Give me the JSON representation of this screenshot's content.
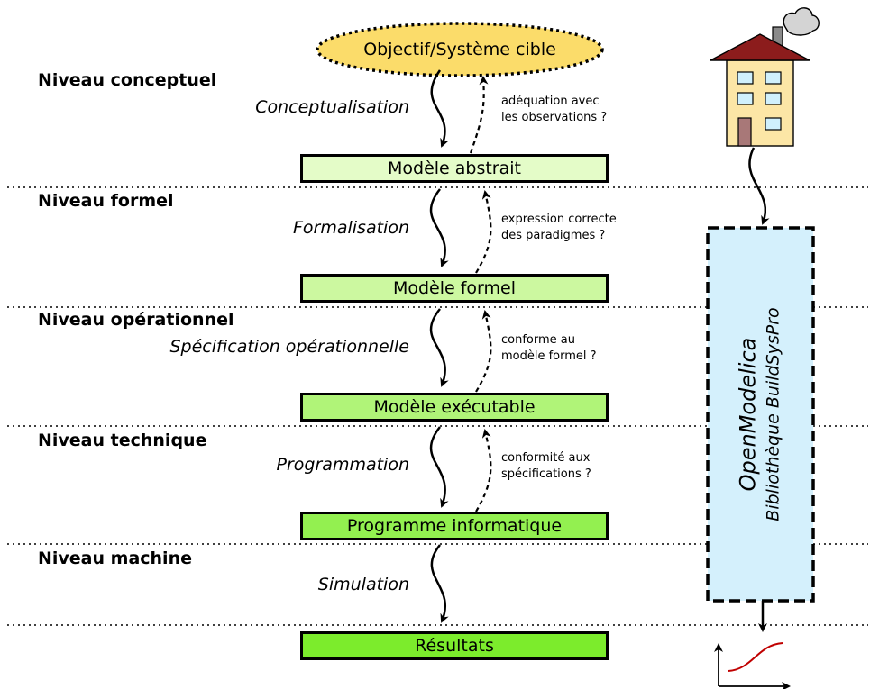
{
  "goal": "Objectif/Système cible",
  "levels": [
    "Niveau conceptuel",
    "Niveau formel",
    "Niveau opérationnel",
    "Niveau technique",
    "Niveau machine"
  ],
  "transitions": [
    "Conceptualisation",
    "Formalisation",
    "Spécification opérationnelle",
    "Programmation",
    "Simulation"
  ],
  "models": [
    {
      "label": "Modèle abstrait",
      "color": "#e4fcc8"
    },
    {
      "label": "Modèle formel",
      "color": "#ccf8a0"
    },
    {
      "label": "Modèle exécutable",
      "color": "#b0f478"
    },
    {
      "label": "Programme informatique",
      "color": "#93f050"
    },
    {
      "label": "Résultats",
      "color": "#7cec2c"
    }
  ],
  "checks": [
    [
      "adéquation avec",
      "les observations ?"
    ],
    [
      "expression correcte",
      "des paradigmes ?"
    ],
    [
      "conforme au",
      "modèle formel ?"
    ],
    [
      "conformité aux",
      "spécifications ?"
    ]
  ],
  "tool": {
    "line1": "OpenModelica",
    "line2": "Bibliothèque BuildSysPro"
  },
  "colors": {
    "goal_fill": "#fbdc6a",
    "tool_fill": "#d4f0fc",
    "house_wall": "#fce6a6",
    "roof": "#8c1c1c",
    "window": "#d0f0fc",
    "door": "#a87878",
    "curve": "#c00000"
  }
}
